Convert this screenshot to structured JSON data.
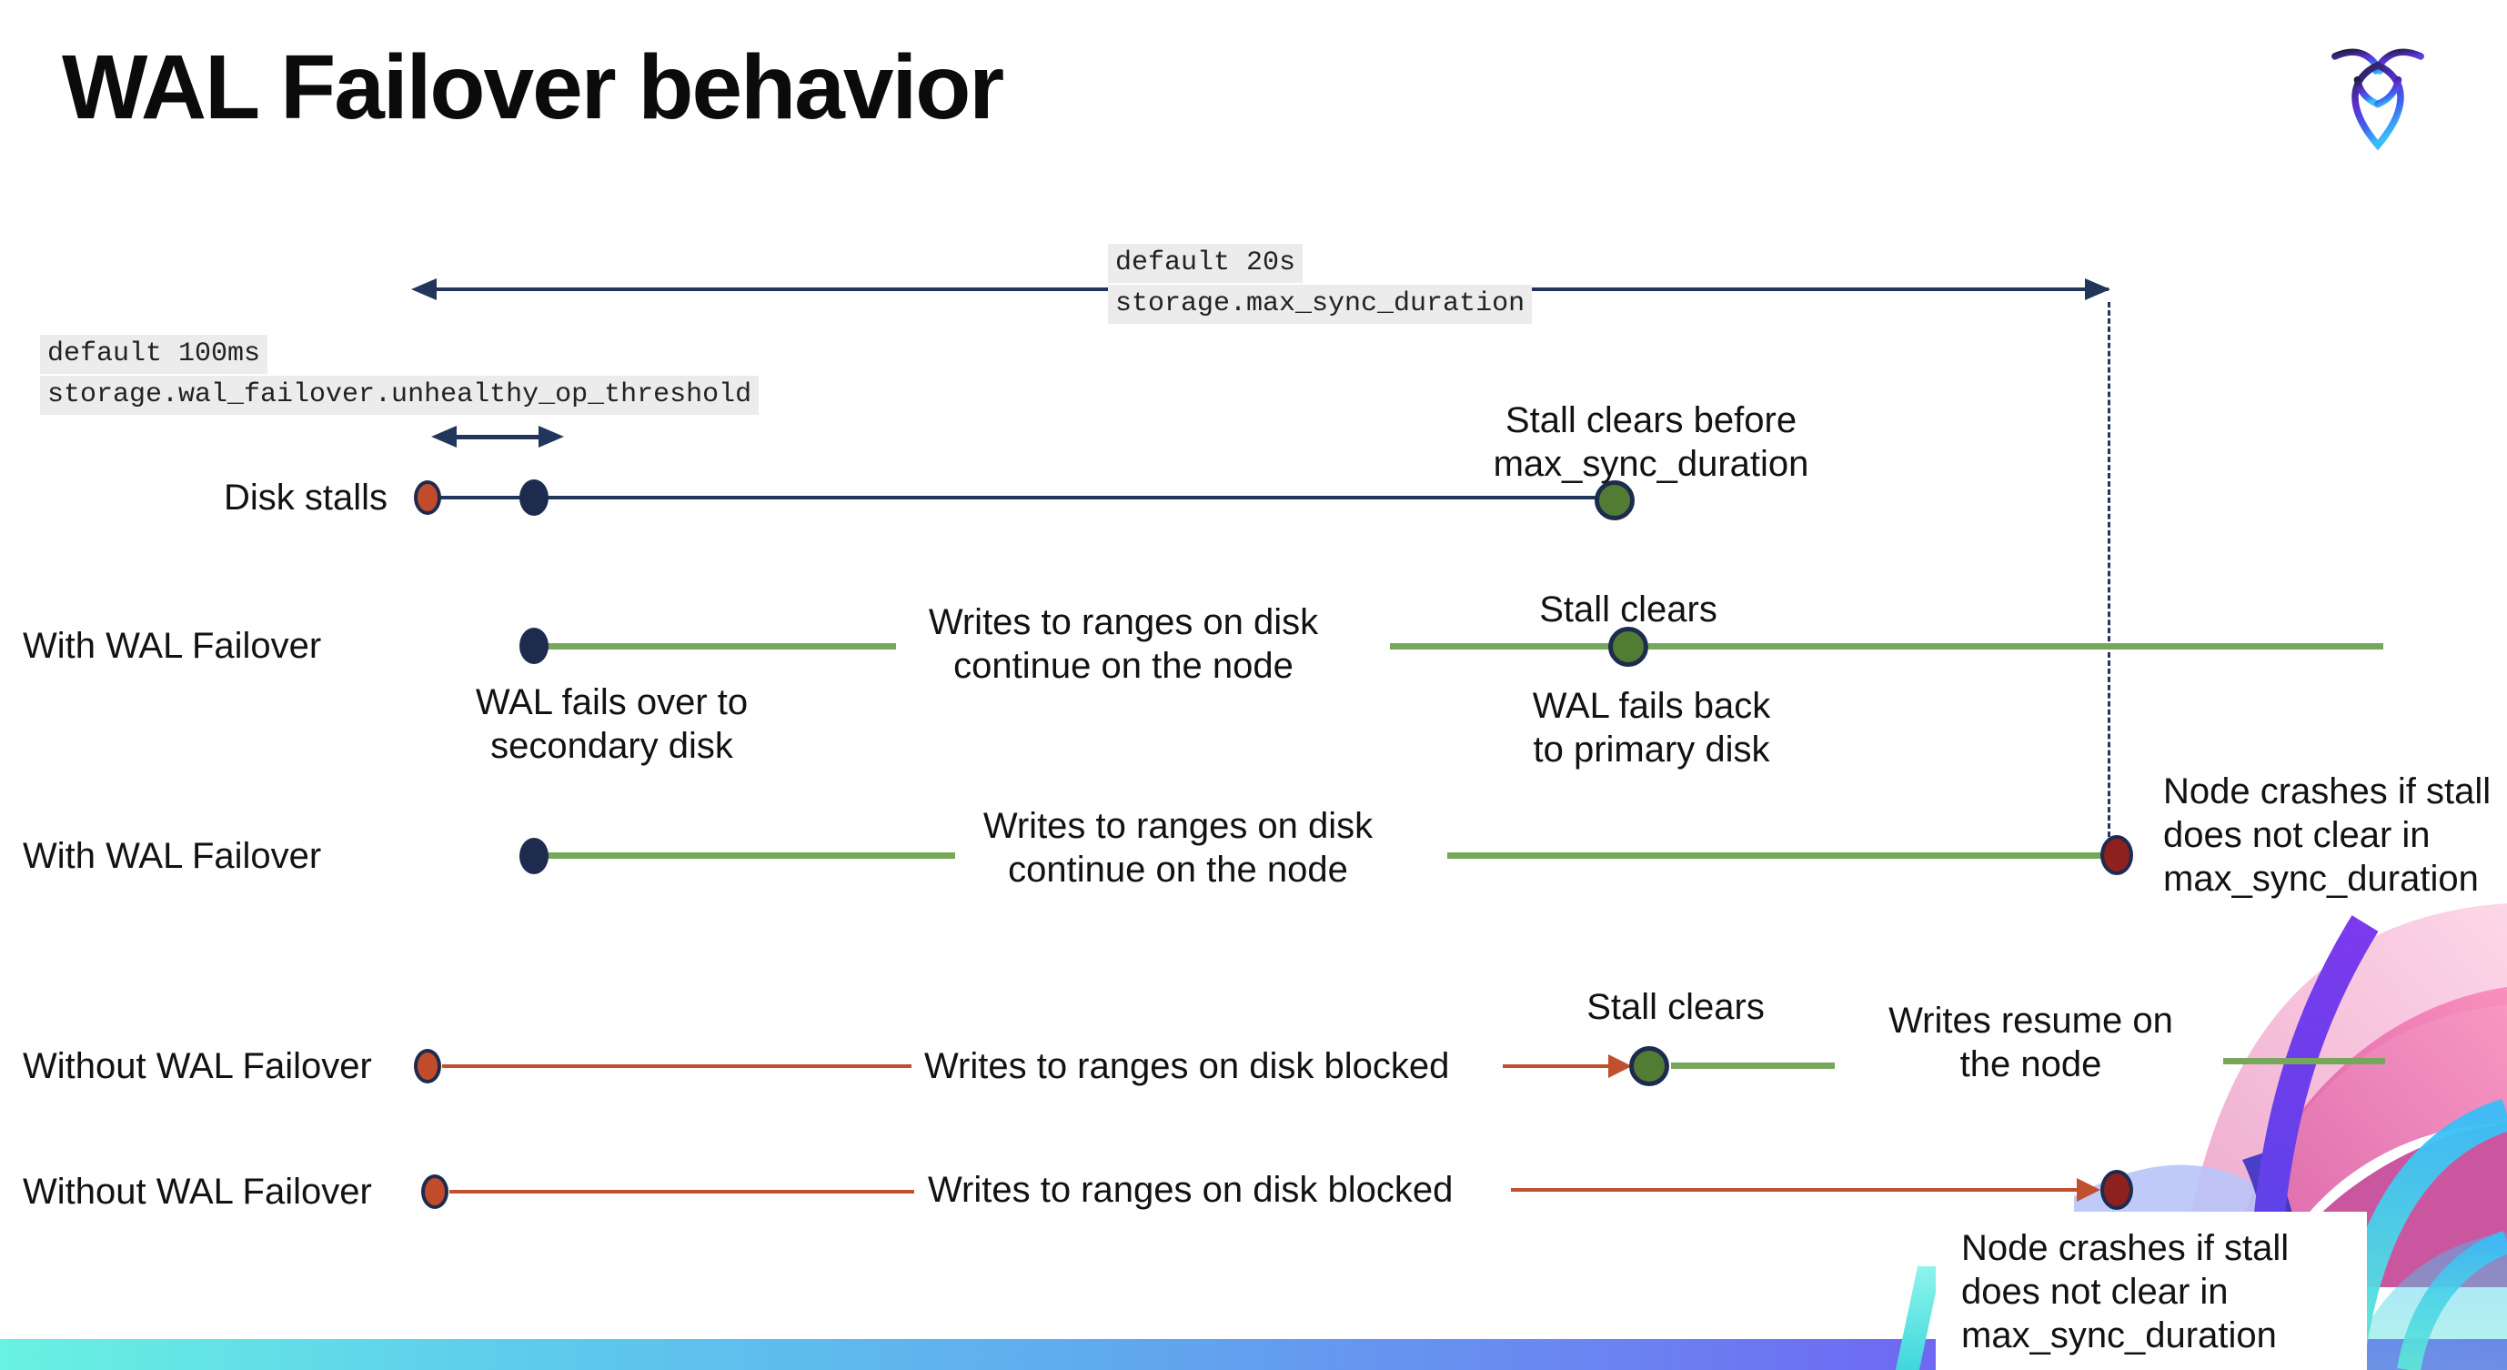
{
  "title": "WAL Failover behavior",
  "logo": {
    "name": "cockroachdb-logo"
  },
  "settings": {
    "max_sync_duration": {
      "line1": "default 20s",
      "line2": "storage.max_sync_duration"
    },
    "unhealthy_op_threshold": {
      "line1": "default 100ms",
      "line2": "storage.wal_failover.unhealthy_op_threshold"
    }
  },
  "rows": [
    {
      "label": "Disk stalls",
      "stall_annotation": "Stall clears before\nmax_sync_duration"
    },
    {
      "label": "With WAL Failover",
      "writes": "Writes to ranges on disk\ncontinue on the node",
      "stall": "Stall clears",
      "failover": "WAL fails over to\nsecondary disk",
      "failback": "WAL fails  back\nto primary disk"
    },
    {
      "label": "With WAL Failover",
      "writes": "Writes to ranges on disk\ncontinue on the node",
      "crash": "Node crashes if stall\ndoes not clear in\nmax_sync_duration"
    },
    {
      "label": "Without WAL Failover",
      "writes": "Writes to ranges on disk  blocked",
      "stall": "Stall clears",
      "resume": "Writes resume on\nthe node"
    },
    {
      "label": "Without WAL Failover",
      "writes": "Writes to ranges on disk  blocked",
      "crash": "Node crashes if stall\ndoes not clear in\nmax_sync_duration"
    }
  ],
  "colors": {
    "navy": "#22365c",
    "dot_navy": "#1d2b4e",
    "dot_red_orange": "#c14c2c",
    "dot_dark_red": "#8e201d",
    "dot_green": "#527c33",
    "line_green": "#76a75a",
    "line_red": "#c1502e",
    "setting_label_bg": "#ececec",
    "bar_gradient_left": "#68f2e1",
    "bar_gradient_right": "#7c42f2"
  }
}
